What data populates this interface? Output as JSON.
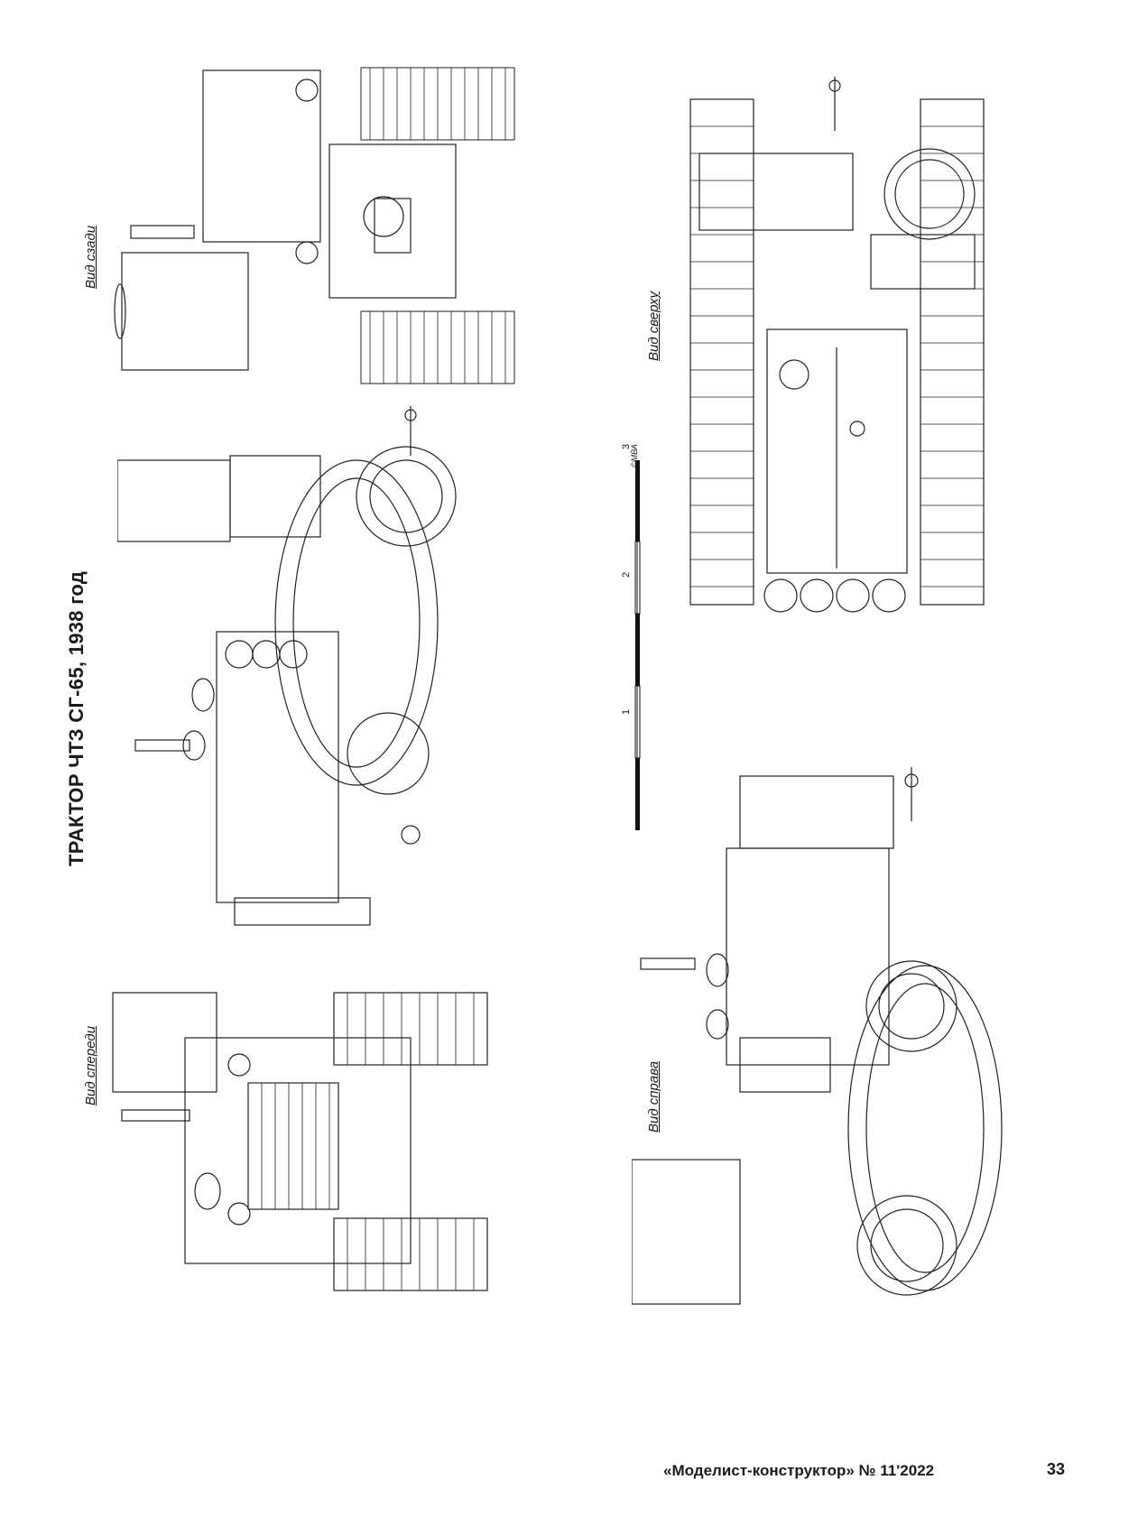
{
  "title": "ТРАКТОР ЧТЗ СГ-65, 1938 год",
  "views": {
    "rear": "Вид сзади",
    "top": "Вид сверху",
    "front": "Вид спереди",
    "right": "Вид справа"
  },
  "scale": {
    "ticks": [
      "1",
      "2",
      "3"
    ],
    "credit": "©МВА"
  },
  "footer": {
    "magazine": "«Моделист-конструктор» № 11'2022",
    "page": "33"
  }
}
